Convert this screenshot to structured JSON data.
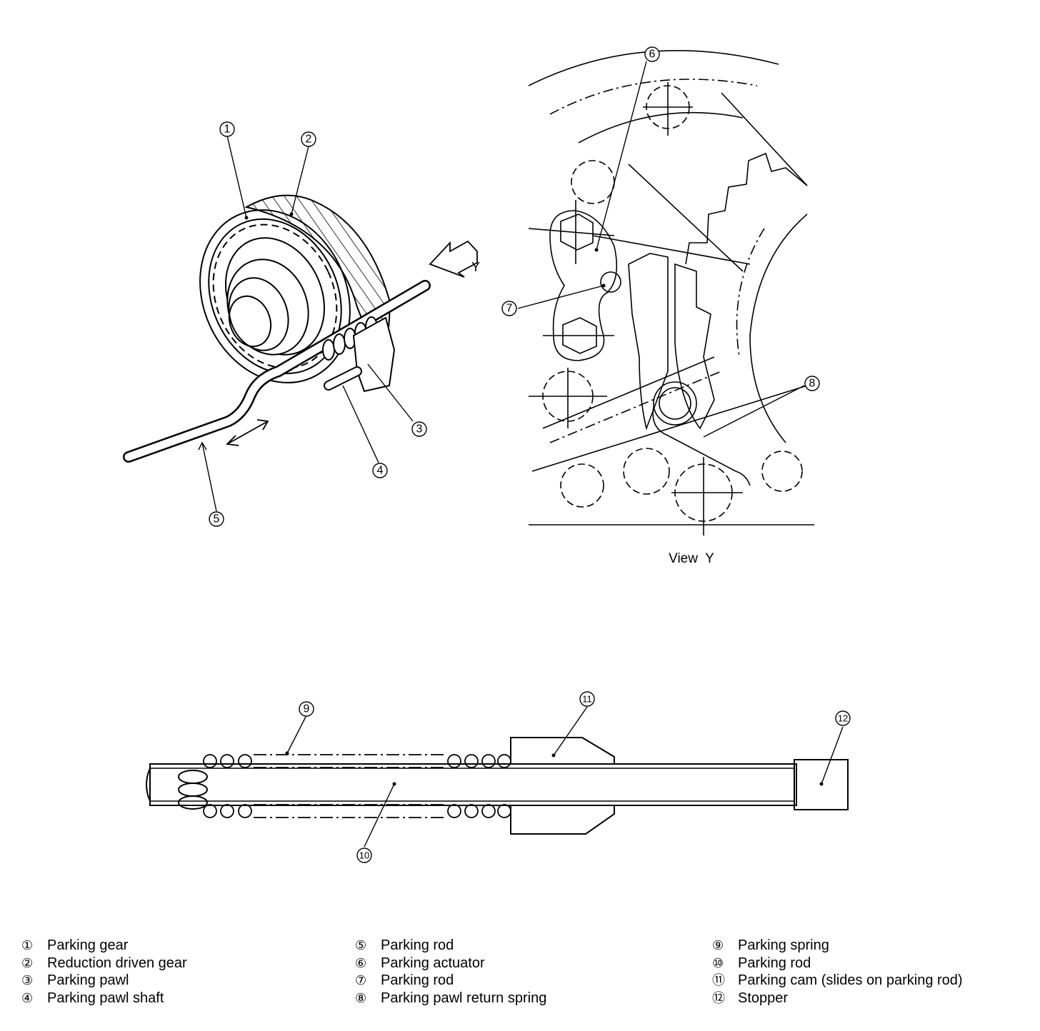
{
  "callouts": {
    "c1": "1",
    "c2": "2",
    "c3": "3",
    "c4": "4",
    "c5": "5",
    "c6": "6",
    "c7": "7",
    "c8": "8",
    "c9": "9",
    "c10": "10",
    "c11": "11",
    "c12": "12"
  },
  "labels": {
    "direction_letter": "Y",
    "view_label": "View  Y"
  },
  "legend": {
    "col1": [
      {
        "num": "①",
        "text": "Parking gear"
      },
      {
        "num": "②",
        "text": "Reduction driven gear"
      },
      {
        "num": "③",
        "text": "Parking pawl"
      },
      {
        "num": "④",
        "text": "Parking pawl shaft"
      }
    ],
    "col2": [
      {
        "num": "⑤",
        "text": "Parking rod"
      },
      {
        "num": "⑥",
        "text": "Parking actuator"
      },
      {
        "num": "⑦",
        "text": "Parking rod"
      },
      {
        "num": "⑧",
        "text": "Parking pawl return spring"
      }
    ],
    "col3": [
      {
        "num": "⑨",
        "text": "Parking spring"
      },
      {
        "num": "⑩",
        "text": "Parking rod"
      },
      {
        "num": "⑪",
        "text": "Parking cam (slides on parking rod)"
      },
      {
        "num": "⑫",
        "text": "Stopper"
      }
    ]
  }
}
